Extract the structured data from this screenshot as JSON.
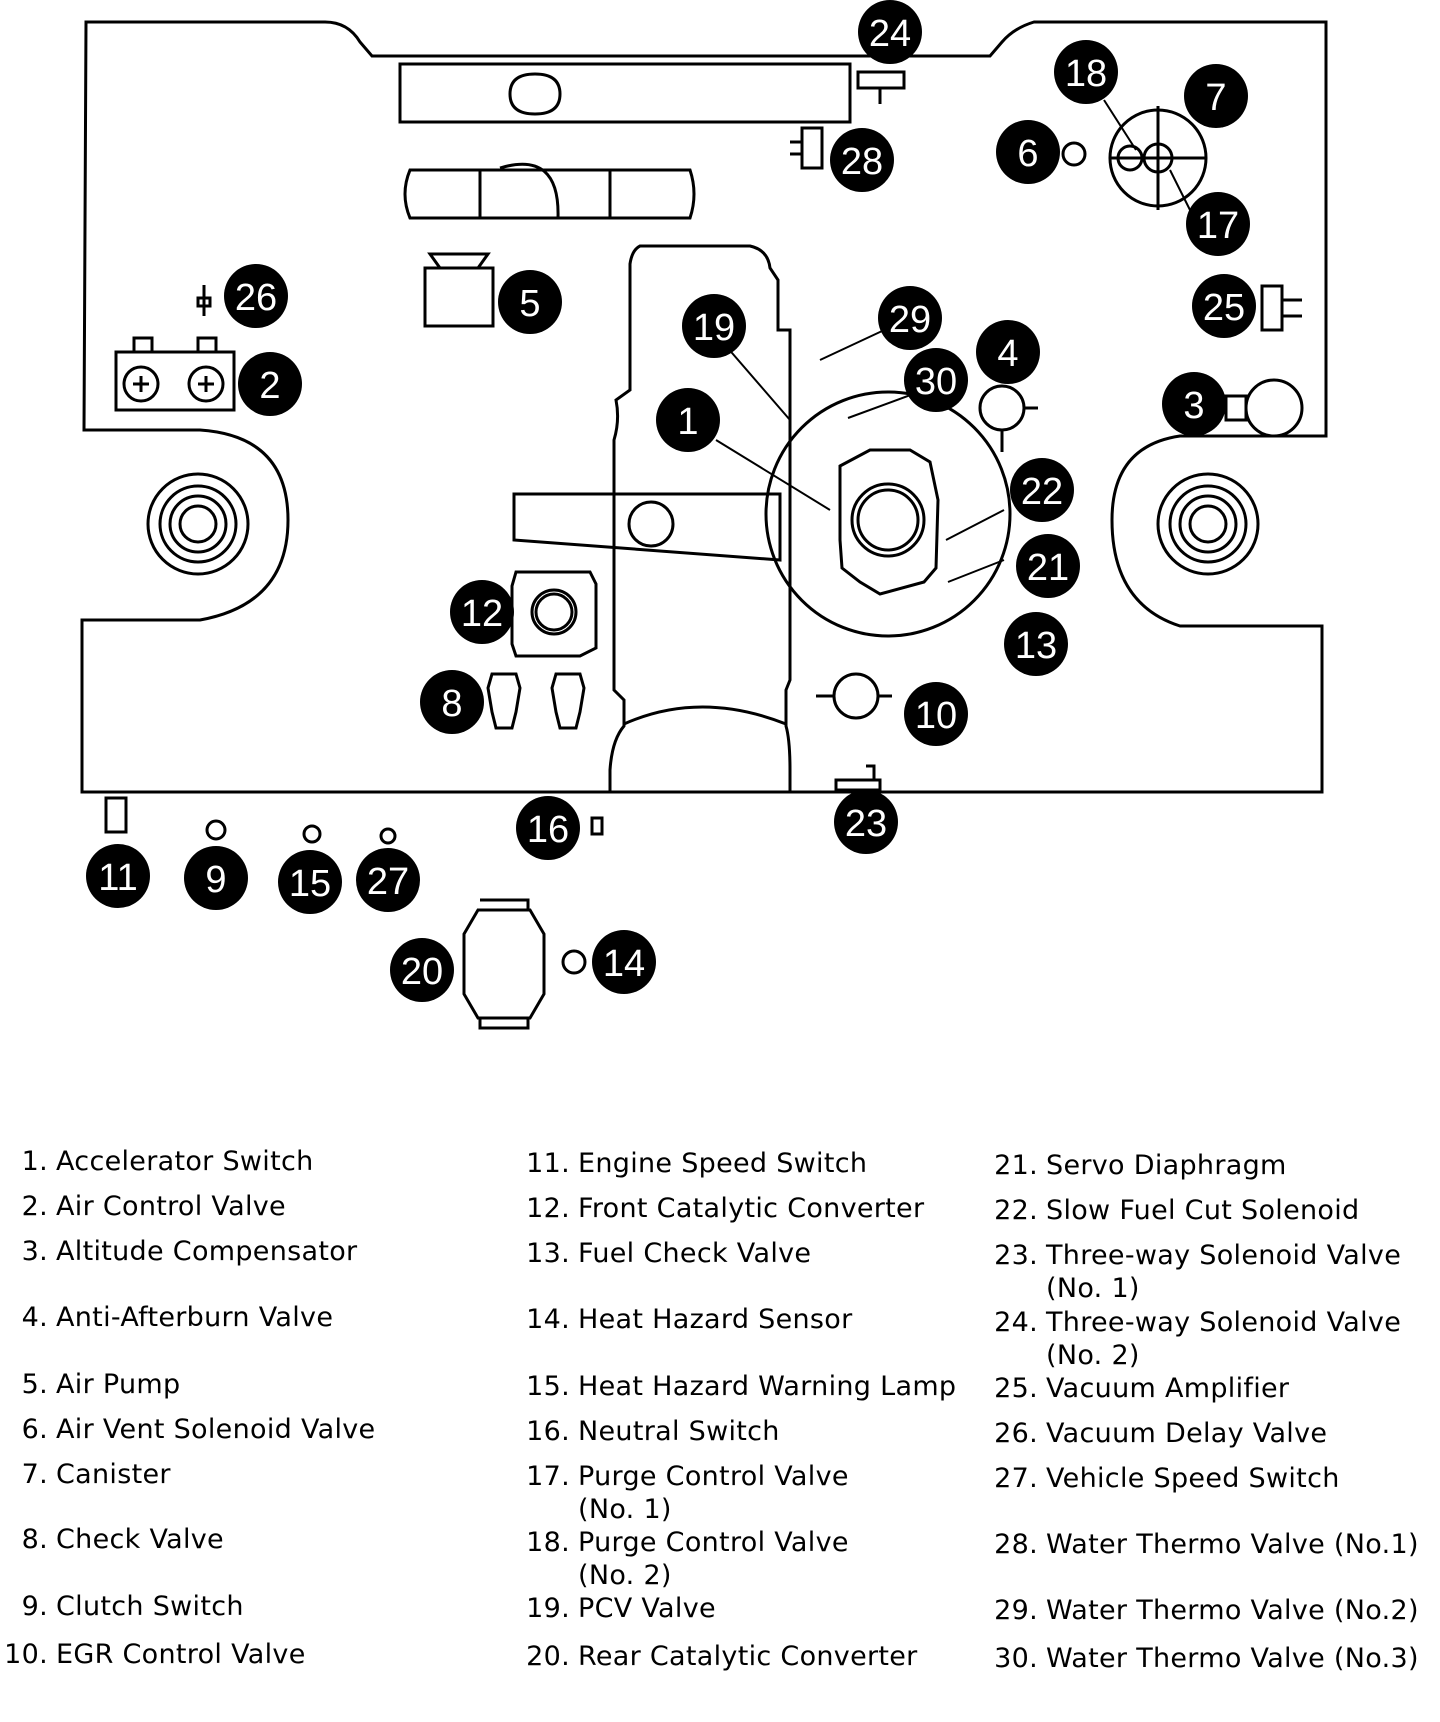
{
  "callouts": [
    "1",
    "2",
    "3",
    "4",
    "5",
    "6",
    "7",
    "8",
    "9",
    "10",
    "11",
    "12",
    "13",
    "14",
    "15",
    "16",
    "17",
    "18",
    "19",
    "20",
    "21",
    "22",
    "23",
    "24",
    "25",
    "26",
    "27",
    "28",
    "29",
    "30"
  ],
  "legend": [
    {
      "num": "1.",
      "label": "Accelerator Switch"
    },
    {
      "num": "2.",
      "label": "Air Control Valve"
    },
    {
      "num": "3.",
      "label": "Altitude Compensator"
    },
    {
      "num": "4.",
      "label": "Anti-Afterburn Valve"
    },
    {
      "num": "5.",
      "label": "Air Pump"
    },
    {
      "num": "6.",
      "label": "Air Vent Solenoid Valve"
    },
    {
      "num": "7.",
      "label": "Canister"
    },
    {
      "num": "8.",
      "label": "Check Valve"
    },
    {
      "num": "9.",
      "label": "Clutch Switch"
    },
    {
      "num": "10.",
      "label": "EGR Control Valve"
    },
    {
      "num": "11.",
      "label": "Engine Speed Switch"
    },
    {
      "num": "12.",
      "label": "Front Catalytic Converter"
    },
    {
      "num": "13.",
      "label": "Fuel Check Valve"
    },
    {
      "num": "14.",
      "label": "Heat Hazard Sensor"
    },
    {
      "num": "15.",
      "label": "Heat Hazard Warning Lamp"
    },
    {
      "num": "16.",
      "label": "Neutral Switch"
    },
    {
      "num": "17.",
      "label": "Purge Control Valve",
      "sub": "(No. 1)"
    },
    {
      "num": "18.",
      "label": "Purge Control Valve",
      "sub": "(No. 2)"
    },
    {
      "num": "19.",
      "label": "PCV Valve"
    },
    {
      "num": "20.",
      "label": "Rear Catalytic Converter"
    },
    {
      "num": "21.",
      "label": "Servo Diaphragm"
    },
    {
      "num": "22.",
      "label": "Slow Fuel Cut Solenoid"
    },
    {
      "num": "23.",
      "label": "Three-way Solenoid Valve",
      "sub": "(No. 1)"
    },
    {
      "num": "24.",
      "label": "Three-way Solenoid Valve",
      "sub": "(No. 2)"
    },
    {
      "num": "25.",
      "label": "Vacuum Amplifier"
    },
    {
      "num": "26.",
      "label": "Vacuum Delay Valve"
    },
    {
      "num": "27.",
      "label": "Vehicle Speed Switch"
    },
    {
      "num": "28.",
      "label": "Water Thermo Valve (No.1)"
    },
    {
      "num": "29.",
      "label": "Water Thermo Valve (No.2)"
    },
    {
      "num": "30.",
      "label": "Water Thermo Valve (No.3)"
    }
  ]
}
